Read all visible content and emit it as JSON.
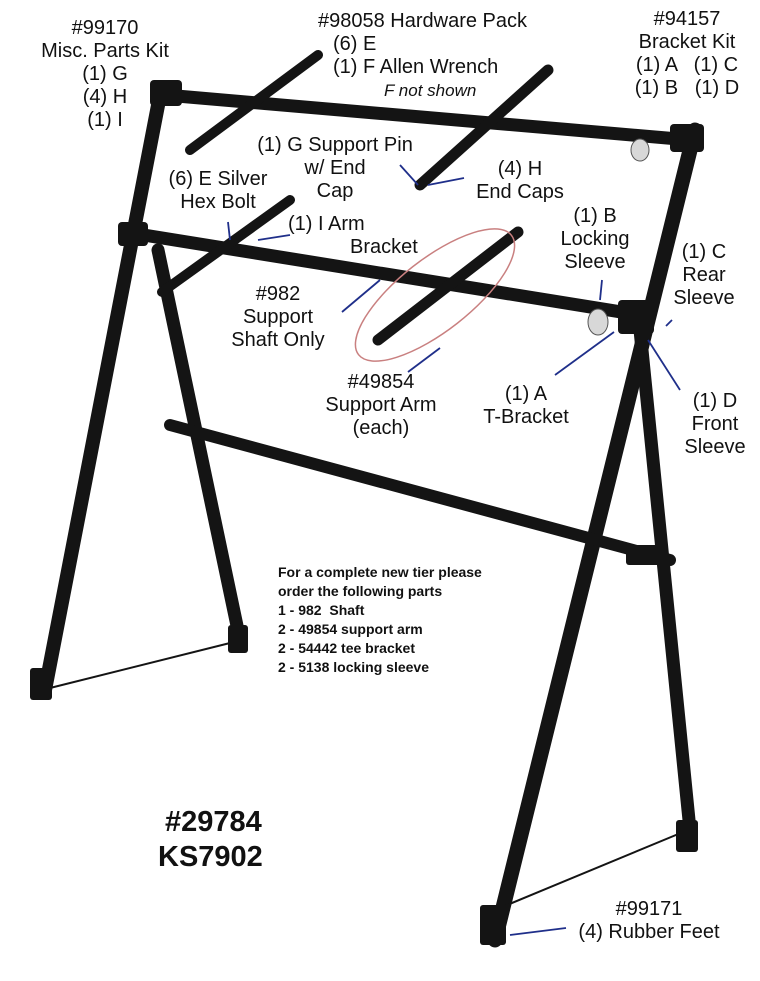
{
  "kit_99170": {
    "title": "#99170",
    "subtitle": "Misc. Parts Kit",
    "lines": [
      "(1) G",
      "(4) H",
      "(1) I"
    ]
  },
  "kit_98058": {
    "title": "#98058 Hardware Pack",
    "line1": "(6) E",
    "line2": "(1) F Allen Wrench",
    "note": "F not shown"
  },
  "kit_94157": {
    "title": "#94157",
    "subtitle": "Bracket Kit",
    "row1": "(1) A   (1) C",
    "row2": "(1) B   (1) D"
  },
  "callouts": {
    "support_pin": [
      "(1) G Support Pin",
      "w/ End",
      "Cap"
    ],
    "end_caps": [
      "(4) H",
      "End Caps"
    ],
    "hex_bolt": [
      "(6) E Silver",
      "Hex Bolt"
    ],
    "arm_bracket": [
      "(1) I Arm",
      "Bracket"
    ],
    "locking_sleeve": [
      "(1) B",
      "Locking",
      "Sleeve"
    ],
    "rear_sleeve": [
      "(1) C",
      "Rear",
      "Sleeve"
    ],
    "support_shaft": [
      "#982",
      "Support",
      "Shaft Only"
    ],
    "support_arm": [
      "#49854",
      "Support Arm",
      "(each)"
    ],
    "t_bracket": [
      "(1) A",
      "T-Bracket"
    ],
    "front_sleeve": [
      "(1) D",
      "Front",
      "Sleeve"
    ],
    "rubber_feet": [
      "#99171",
      "(4) Rubber Feet"
    ]
  },
  "order_note": {
    "heading1": "For a complete new tier please",
    "heading2": "order the following parts",
    "items": [
      "1 - 982  Shaft",
      "2 - 49854 support arm",
      "2 - 54442 tee bracket",
      "2 - 5138 locking sleeve"
    ]
  },
  "model": {
    "part_number": "#29784",
    "model_number": "KS7902"
  },
  "colors": {
    "frame": "#141414",
    "leader": "#1f2f8a",
    "highlight": "#c98080"
  }
}
